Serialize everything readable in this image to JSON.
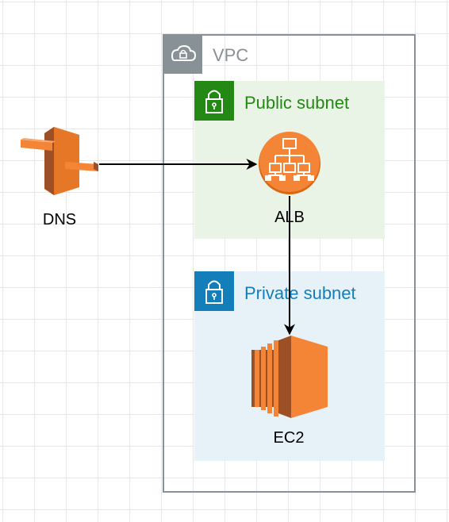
{
  "vpc": {
    "label": "VPC",
    "icon": "cloud-lock-icon",
    "border_color": "#879196"
  },
  "public_subnet": {
    "label": "Public subnet",
    "icon": "padlock-icon",
    "color": "#248814",
    "fill": "#e9f3e6"
  },
  "private_subnet": {
    "label": "Private subnet",
    "icon": "padlock-icon",
    "color": "#147eba",
    "fill": "#e6f2f8"
  },
  "nodes": {
    "dns": {
      "label": "DNS",
      "icon": "route53-icon",
      "color": "#f58536"
    },
    "alb": {
      "label": "ALB",
      "icon": "load-balancer-icon",
      "color": "#f58536"
    },
    "ec2": {
      "label": "EC2",
      "icon": "ec2-instance-icon",
      "color": "#f58536"
    }
  },
  "edges": [
    {
      "from": "DNS",
      "to": "ALB"
    },
    {
      "from": "ALB",
      "to": "EC2"
    }
  ]
}
